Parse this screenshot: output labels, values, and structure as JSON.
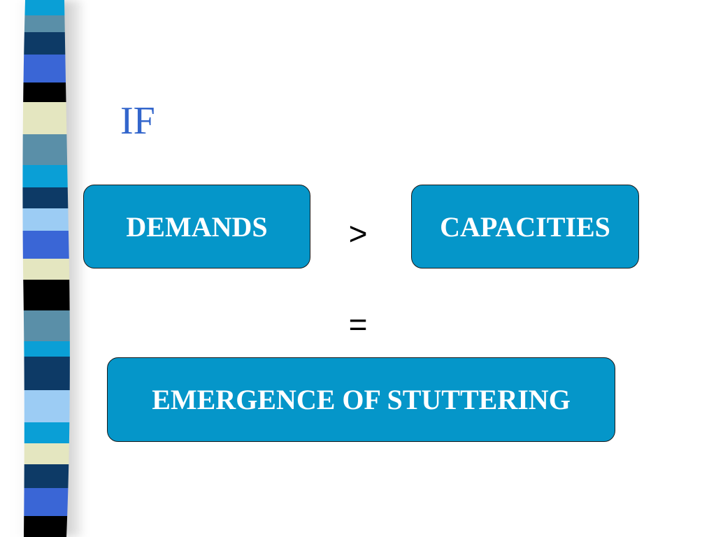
{
  "slide": {
    "title": "IF",
    "left_box": "DEMANDS",
    "comparison": ">",
    "right_box": "CAPACITIES",
    "equals": "=",
    "result_box": "EMERGENCE OF STUTTERING"
  },
  "colors": {
    "title": "#3366cc",
    "box_fill": "#0596c9",
    "box_border": "#1a1a1a",
    "box_text": "#ffffff",
    "stripe_palette": [
      "#0a9fd6",
      "#5a8fa8",
      "#0d3a66",
      "#3a66d6",
      "#000000",
      "#e4e6c0",
      "#9cccf4"
    ]
  }
}
